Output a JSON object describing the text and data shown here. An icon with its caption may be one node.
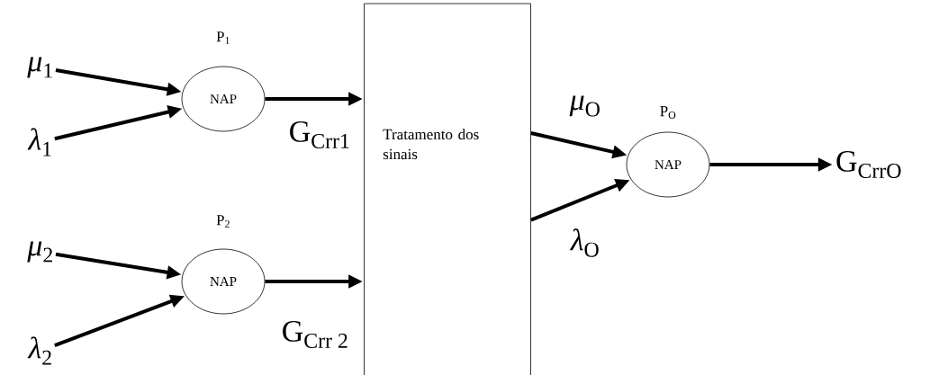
{
  "diagram": {
    "nodes": [
      {
        "text": [
          "*μ*$_{1}$"
        ]
      },
      {
        "text": [
          "*λ*$_{1}$"
        ]
      },
      {
        "text": [
          "NAP"
        ],
        "beside": [
          "P$_{1}$"
        ]
      },
      {
        "text": [
          "*μ*$_{2}$"
        ]
      },
      {
        "text": [
          "*λ*$_{2}$"
        ]
      },
      {
        "text": [
          "NAP"
        ],
        "beside": [
          "P$_{2}$"
        ]
      },
      {
        "text": [
          "Tratamento dos sinais"
        ]
      },
      {
        "text": [
          "NAP"
        ],
        "beside": [
          "P$_{O}$"
        ]
      },
      {
        "text": [
          "G$_{CrrO}$"
        ]
      }
    ],
    "edges": [
      {
        "from": 0,
        "to": 2,
        "arrow": "to"
      },
      {
        "from": 1,
        "to": 2,
        "arrow": "to"
      },
      {
        "from": 2,
        "to": 6,
        "arrow": "to",
        "label": "G$_{Crr1}$"
      },
      {
        "from": 3,
        "to": 5,
        "arrow": "to"
      },
      {
        "from": 4,
        "to": 5,
        "arrow": "to"
      },
      {
        "from": 5,
        "to": 6,
        "arrow": "to",
        "label": "G$_{Crr 2}$"
      },
      {
        "from": 6,
        "to": 7,
        "arrow": "to",
        "label": "*μ*$_{O}$"
      },
      {
        "from": 6,
        "to": 7,
        "arrow": "to",
        "label": "*λ*$_{O}$"
      },
      {
        "from": 7,
        "to": 8,
        "arrow": "to"
      }
    ]
  }
}
